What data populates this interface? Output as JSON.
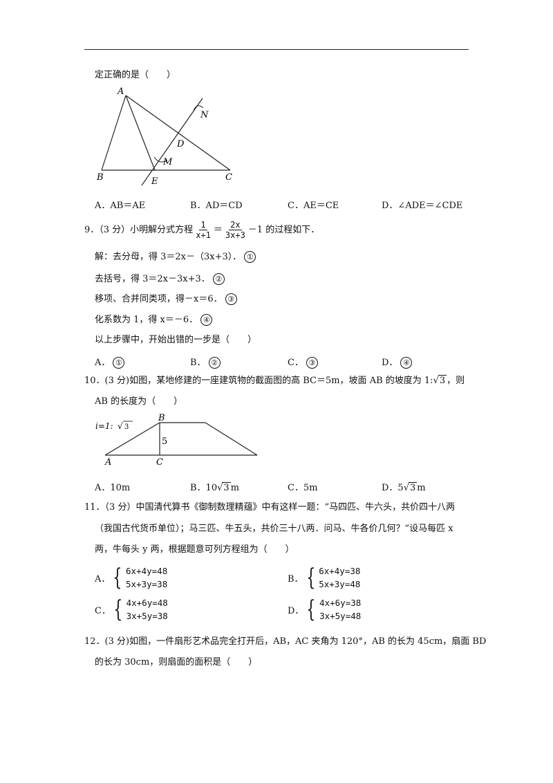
{
  "q8": {
    "tail": "定正确的是（　　）",
    "fig": {
      "A": "A",
      "B": "B",
      "C": "C",
      "D": "D",
      "E": "E",
      "M": "M",
      "N": "N"
    },
    "opts": [
      "A．AB＝AE",
      "B．AD＝CD",
      "C．AE＝CE",
      "D．∠ADE＝∠CDE"
    ]
  },
  "q9": {
    "prefix": "9．（3 分）小明解分式方程",
    "f1_num": "1",
    "f1_den": "x+1",
    "eq": "＝",
    "f2_num": "2x",
    "f2_den": "3x+3",
    "suffix": "－1 的过程如下．",
    "steps": [
      {
        "text": "解：去分母，得 3＝2x－（3x+3）．",
        "mark": "①"
      },
      {
        "text": "去括号，得 3＝2x－3x+3．",
        "mark": "②"
      },
      {
        "text": "移项、合并同类项，得－x＝6．",
        "mark": "③"
      },
      {
        "text": "化系数为 1，得 x＝－6．",
        "mark": "④"
      }
    ],
    "ask": "以上步骤中，开始出错的一步是（　　）",
    "opts": [
      {
        "label": "A．",
        "mark": "①"
      },
      {
        "label": "B．",
        "mark": "②"
      },
      {
        "label": "C．",
        "mark": "③"
      },
      {
        "label": "D．",
        "mark": "④"
      }
    ]
  },
  "q10": {
    "line1_a": "10．(3 分)如图，某地修建的一座建筑物的截面图的高 BC＝5m，坡面 AB 的坡度为 1:",
    "line1_rad": "3",
    "line1_b": "，则",
    "line2": "AB 的长度为（　　）",
    "fig": {
      "slope_prefix": "i=1:",
      "slope_rad": "3",
      "B": "B",
      "A": "A",
      "C": "C",
      "h": "5"
    },
    "optA": "A．10m",
    "optB_a": "B．10",
    "optB_rad": "3",
    "optB_b": "m",
    "optC": "C．5m",
    "optD_a": "D．5",
    "optD_rad": "3",
    "optD_b": "m"
  },
  "q11": {
    "line1": "11．（3 分）中国清代算书《御制数理精蕴》中有这样一题：“马四匹、牛六头，共价四十八两",
    "line2": "（我国古代货币单位）；马三匹、牛五头，共价三十八两．问马、牛各价几何？”设马每匹 x",
    "line3": "两，牛每头 y 两，根据题意可列方程组为（　　）",
    "opts": [
      {
        "label": "A．",
        "e1": "6x+4y=48",
        "e2": "5x+3y=38"
      },
      {
        "label": "B．",
        "e1": "6x+4y=38",
        "e2": "5x+3y=48"
      },
      {
        "label": "C．",
        "e1": "4x+6y=48",
        "e2": "3x+5y=38"
      },
      {
        "label": "D．",
        "e1": "4x+6y=38",
        "e2": "3x+5y=48"
      }
    ]
  },
  "q12": {
    "line1": "12．(3 分)如图，一件扇形艺术品完全打开后，AB，AC 夹角为 120°，AB 的长为 45cm，扇面 BD",
    "line2": "的长为 30cm，则扇面的面积是（　　）"
  }
}
